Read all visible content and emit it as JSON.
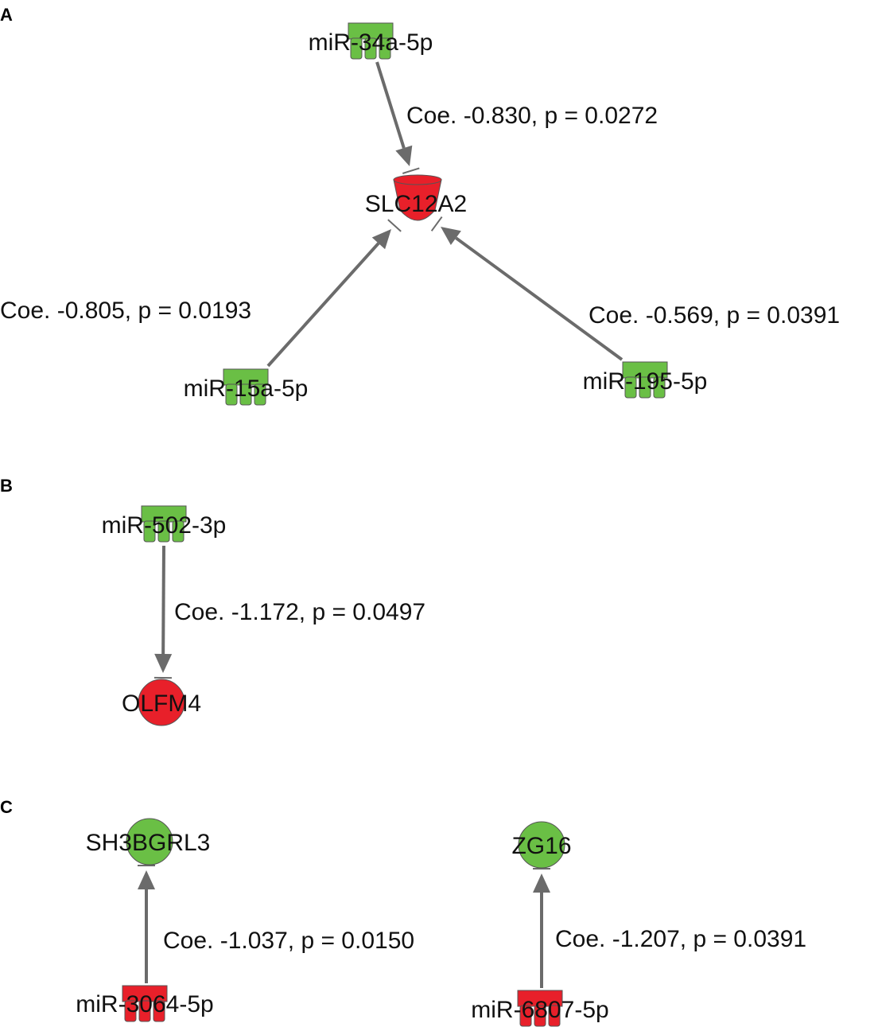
{
  "panels": [
    "A",
    "B",
    "C"
  ],
  "colors": {
    "upregulated": "#e8202a",
    "downregulated": "#6abf45",
    "edge": "#6b6b6b"
  },
  "nodes": {
    "mir34a": {
      "label": "miR-34a-5p",
      "type": "microRNA",
      "color": "downregulated"
    },
    "slc12a2": {
      "label": "SLC12A2",
      "type": "transporter",
      "color": "upregulated"
    },
    "mir15a": {
      "label": "miR-15a-5p",
      "type": "microRNA",
      "color": "downregulated"
    },
    "mir195": {
      "label": "miR-195-5p",
      "type": "microRNA",
      "color": "downregulated"
    },
    "mir502": {
      "label": "miR-502-3p",
      "type": "microRNA",
      "color": "downregulated"
    },
    "olfm4": {
      "label": "OLFM4",
      "type": "other",
      "color": "upregulated"
    },
    "sh3bgrl3": {
      "label": "SH3BGRL3",
      "type": "other",
      "color": "downregulated"
    },
    "zg16": {
      "label": "ZG16",
      "type": "other",
      "color": "downregulated"
    },
    "mir3064": {
      "label": "miR-3064-5p",
      "type": "microRNA",
      "color": "upregulated"
    },
    "mir6807": {
      "label": "miR-6807-5p",
      "type": "microRNA",
      "color": "upregulated"
    }
  },
  "edges": [
    {
      "from": "mir34a",
      "to": "slc12a2",
      "label": "Coe. -0.830, p = 0.0272"
    },
    {
      "from": "mir15a",
      "to": "slc12a2",
      "label": "Coe. -0.805, p = 0.0193"
    },
    {
      "from": "mir195",
      "to": "slc12a2",
      "label": "Coe. -0.569, p = 0.0391"
    },
    {
      "from": "mir502",
      "to": "olfm4",
      "label": "Coe. -1.172, p = 0.0497"
    },
    {
      "from": "mir3064",
      "to": "sh3bgrl3",
      "label": "Coe. -1.037, p = 0.0150"
    },
    {
      "from": "mir6807",
      "to": "zg16",
      "label": "Coe. -1.207, p = 0.0391"
    }
  ]
}
